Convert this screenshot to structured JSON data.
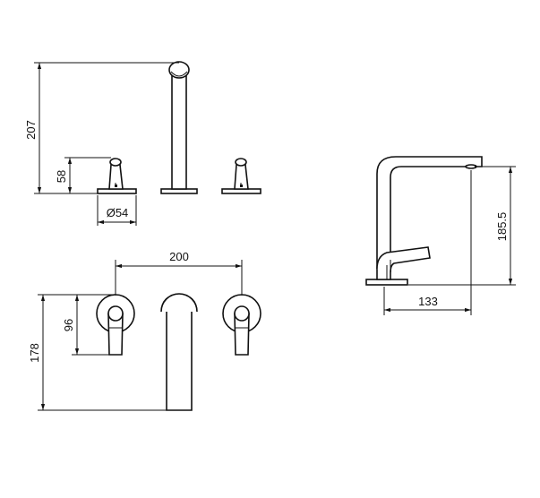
{
  "dimensions": {
    "top_height": "207",
    "handle_height": "58",
    "handle_base_diameter": "Ø54",
    "handle_spacing": "200",
    "plan_handle_depth": "96",
    "plan_spout_reach": "178",
    "side_height": "185.5",
    "side_reach": "133"
  }
}
